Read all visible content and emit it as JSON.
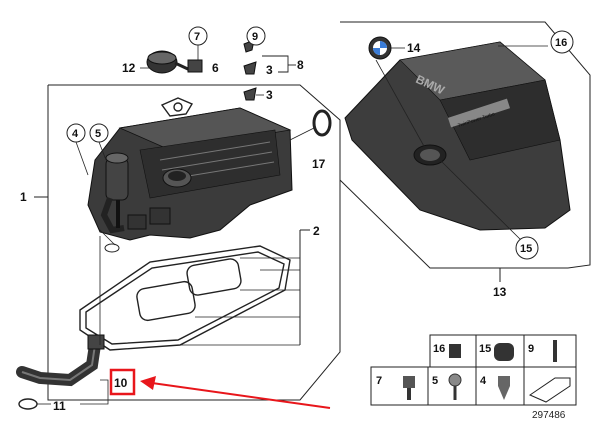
{
  "diagram": {
    "labels": {
      "l1": "1",
      "l2": "2",
      "l3a": "3",
      "l3b": "3",
      "l4": "4",
      "l5": "5",
      "l6": "6",
      "l7": "7",
      "l8": "8",
      "l9": "9",
      "l10": "10",
      "l11": "11",
      "l12": "12",
      "l13": "13",
      "l14": "14",
      "l15": "15",
      "l16": "16",
      "l17": "17"
    },
    "cover_text": {
      "brand": "BMW",
      "plate": "TwinPower Turbo"
    },
    "legend": {
      "items": [
        "16",
        "15",
        "9",
        "7",
        "5",
        "4"
      ]
    },
    "image_number": "297486",
    "colors": {
      "highlight": "#e8161b",
      "line": "#222222",
      "part_dark": "#3a3a3a"
    }
  }
}
